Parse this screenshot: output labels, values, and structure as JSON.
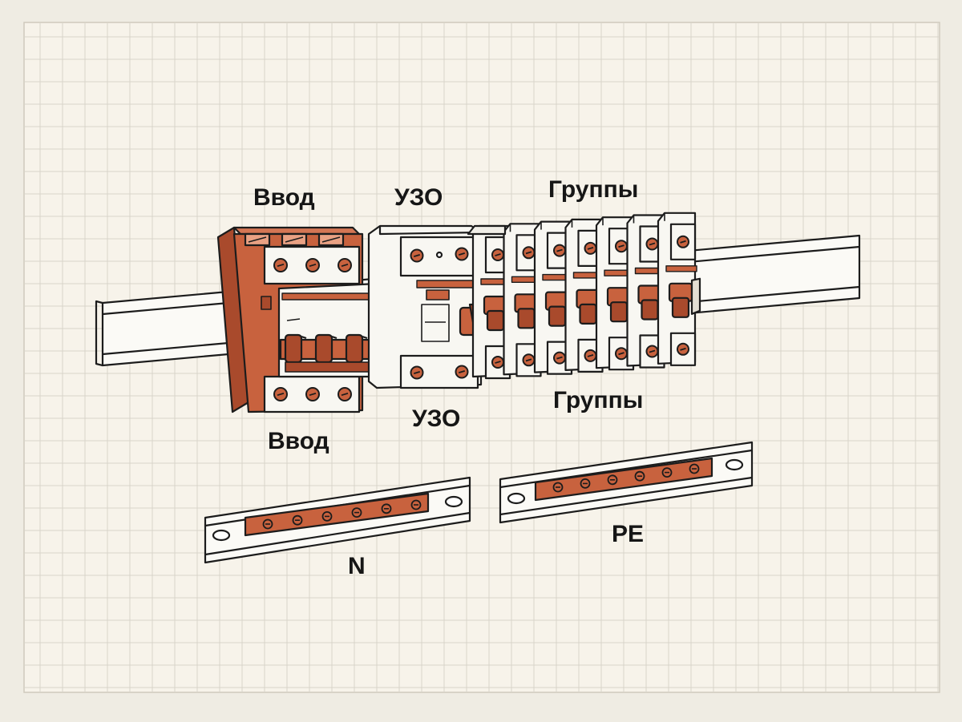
{
  "colors": {
    "background": "#efece3",
    "paper": "#f7f3ea",
    "grid": "#d8d4ca",
    "line": "#1c1c1c",
    "accent": "#c8623e",
    "accent_dark": "#a94a2c",
    "white_body": "#f8f7f2"
  },
  "labels": {
    "input_top": "Ввод",
    "input_bottom": "Ввод",
    "rcd_top": "УЗО",
    "rcd_bottom": "УЗО",
    "groups_top": "Группы",
    "groups_bottom": "Группы",
    "neutral_bus": "N",
    "pe_bus": "PE"
  },
  "devices": {
    "group_breaker_count": 7,
    "input_breaker_poles": 3,
    "neutral_bus_screws": 6,
    "pe_bus_screws": 6
  }
}
